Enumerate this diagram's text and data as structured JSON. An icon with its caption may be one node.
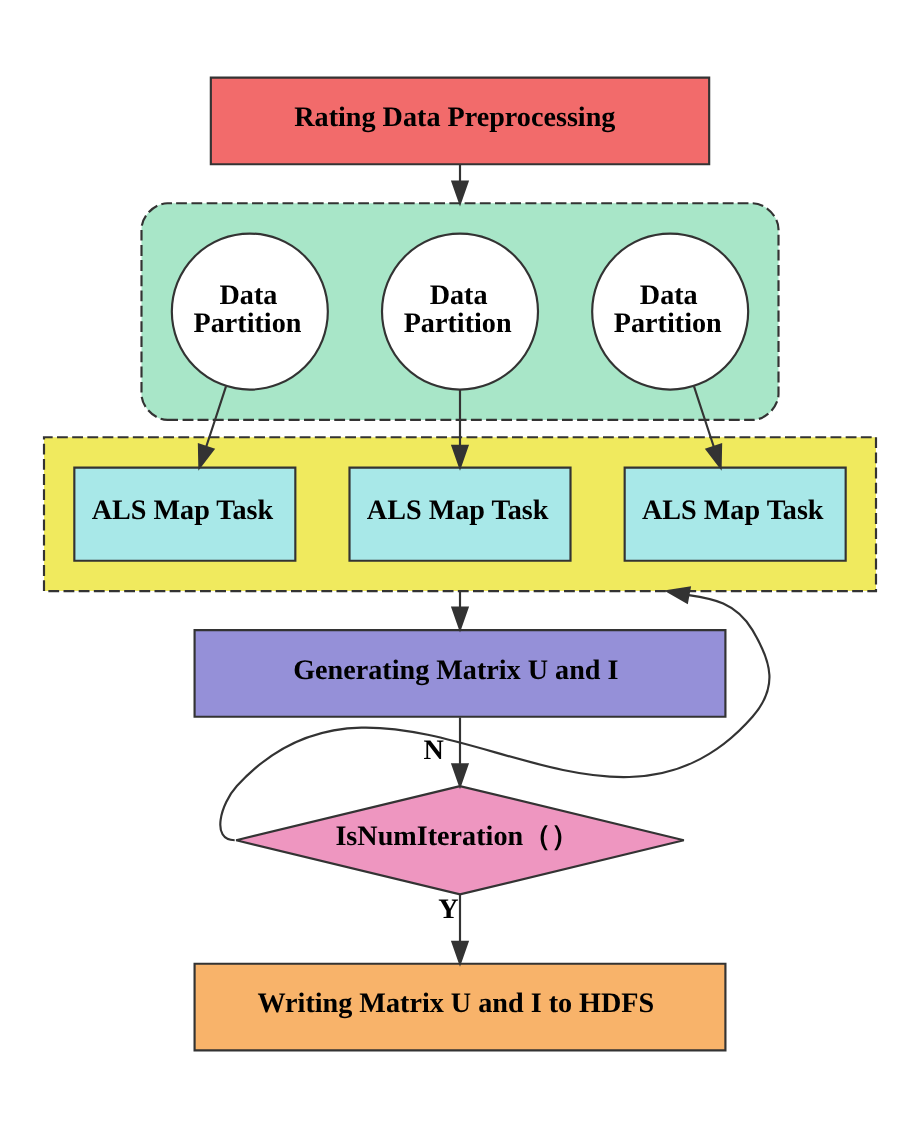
{
  "diagram": {
    "nodes": [
      {
        "text": [
          "Rating Data Preprocessing"
        ]
      },
      {
        "text": [],
        "shape": "box"
      },
      {
        "text": [
          "Data Partition"
        ],
        "in": 1
      },
      {
        "text": [
          "Data Partition"
        ],
        "in": 1
      },
      {
        "text": [
          "Data Partition"
        ],
        "in": 1
      },
      {
        "text": [],
        "shape": "box"
      },
      {
        "text": [
          "ALS Map Task"
        ],
        "in": 5
      },
      {
        "text": [
          "ALS Map Task"
        ],
        "in": 5
      },
      {
        "text": [
          "ALS Map Task"
        ],
        "in": 5
      },
      {
        "text": [
          "Generating Matrix U and I"
        ]
      },
      {
        "text": [
          "IsNumIteration（）"
        ]
      },
      {
        "text": [
          "Writing Matrix U and I to HDFS"
        ]
      }
    ],
    "edges": [
      {
        "from": 0,
        "to": 1,
        "arrow": "to"
      },
      {
        "from": 2,
        "to": 6,
        "arrow": "to"
      },
      {
        "from": 3,
        "to": 7,
        "arrow": "to"
      },
      {
        "from": 4,
        "to": 8,
        "arrow": "to"
      },
      {
        "from": 5,
        "to": 9,
        "arrow": "to"
      },
      {
        "from": 9,
        "to": 10,
        "arrow": "to"
      },
      {
        "from": 10,
        "to": 5,
        "arrow": "to",
        "label": "N"
      },
      {
        "from": 10,
        "to": 11,
        "arrow": "to",
        "label": "Y"
      }
    ]
  }
}
